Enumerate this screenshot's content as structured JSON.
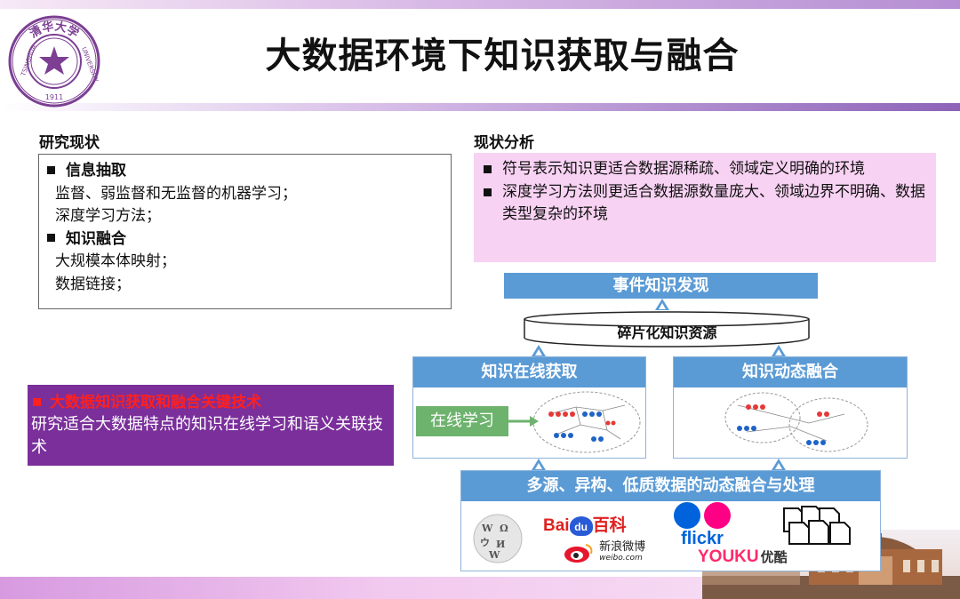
{
  "title": "大数据环境下知识获取与融合",
  "logo": {
    "top_text": "清华大学",
    "left_text": "TSINGHUA",
    "right_text": "UNIVERSITY",
    "year": "1911"
  },
  "research": {
    "label": "研究现状",
    "items": [
      {
        "heading": "信息抽取",
        "lines": [
          "监督、弱监督和无监督的机器学习；",
          "深度学习方法；"
        ]
      },
      {
        "heading": "知识融合",
        "lines": [
          "大规模本体映射；",
          "数据链接；"
        ]
      }
    ]
  },
  "analysis": {
    "label": "现状分析",
    "points": [
      "符号表示知识更适合数据源稀疏、领域定义明确的环境",
      "深度学习方法则更适合数据源数量庞大、领域边界不明确、数据类型复杂的环境"
    ]
  },
  "key_tech": {
    "heading": "大数据知识获取和融合关键技术",
    "text": "研究适合大数据特点的知识在线学习和语义关联技术"
  },
  "diagram": {
    "event_discovery": "事件知识发现",
    "fragmented_resources": "碎片化知识资源",
    "online_acquisition": "知识在线获取",
    "dynamic_fusion": "知识动态融合",
    "online_learning": "在线学习",
    "multi_source": "多源、异构、低质数据的动态融合与处理",
    "sources": {
      "baidu_prefix": "Bai",
      "baidu_du": "du",
      "baidu_suffix": "百科",
      "flickr": "flickr",
      "weibo_cn": "新浪微博",
      "weibo_en": "weibo.com",
      "youku_en": "YOUKU",
      "youku_cn": "优酷"
    }
  },
  "colors": {
    "accent_blue": "#5b9bd5",
    "purple": "#7a2f9b",
    "pink": "#f8d2f3",
    "green": "#6db36d",
    "red": "#ff2020"
  }
}
